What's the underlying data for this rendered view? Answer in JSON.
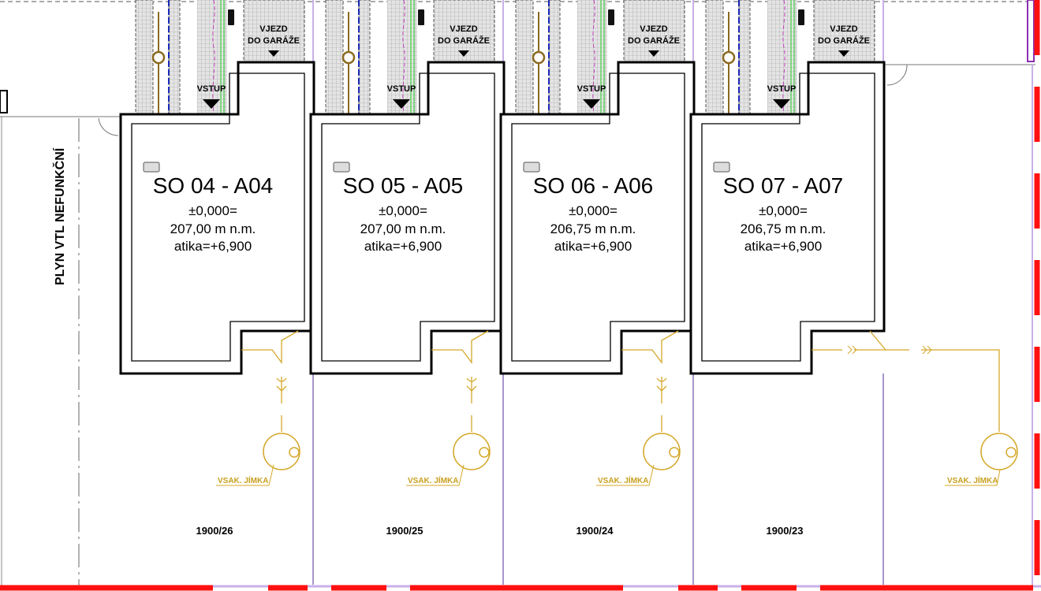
{
  "drawing": {
    "gas_line_label": "PLYN VTL NEFUNKČNÍ",
    "colors": {
      "building_outline": "#000000",
      "drainage": "#d4a82a",
      "parcel_line": "#7a5cb0",
      "boundary": "#ff1010",
      "water": "#1a2ab8",
      "sewer": "#8b6a20",
      "electric": "#22cc22",
      "gas": "#c040c0"
    },
    "modules": [
      {
        "name": "SO 04 - A04",
        "level": "±0,000=",
        "altitude": "207,00 m n.m.",
        "attic": "atika=+6,900",
        "parcel": "1900/26",
        "entry": "VSTUP",
        "garage_1": "VJEZD",
        "garage_2": "DO GARÁŽE",
        "soak_pit": "VSAK. JÍMKA"
      },
      {
        "name": "SO 05 - A05",
        "level": "±0,000=",
        "altitude": "207,00 m n.m.",
        "attic": "atika=+6,900",
        "parcel": "1900/25",
        "entry": "VSTUP",
        "garage_1": "VJEZD",
        "garage_2": "DO GARÁŽE",
        "soak_pit": "VSAK. JÍMKA"
      },
      {
        "name": "SO 06 - A06",
        "level": "±0,000=",
        "altitude": "206,75 m n.m.",
        "attic": "atika=+6,900",
        "parcel": "1900/24",
        "entry": "VSTUP",
        "garage_1": "VJEZD",
        "garage_2": "DO GARÁŽE",
        "soak_pit": "VSAK. JÍMKA"
      },
      {
        "name": "SO 07 - A07",
        "level": "±0,000=",
        "altitude": "206,75 m n.m.",
        "attic": "atika=+6,900",
        "parcel": "1900/23",
        "entry": "VSTUP",
        "garage_1": "VJEZD",
        "garage_2": "DO GARÁŽE",
        "soak_pit": "VSAK. JÍMKA"
      }
    ]
  }
}
